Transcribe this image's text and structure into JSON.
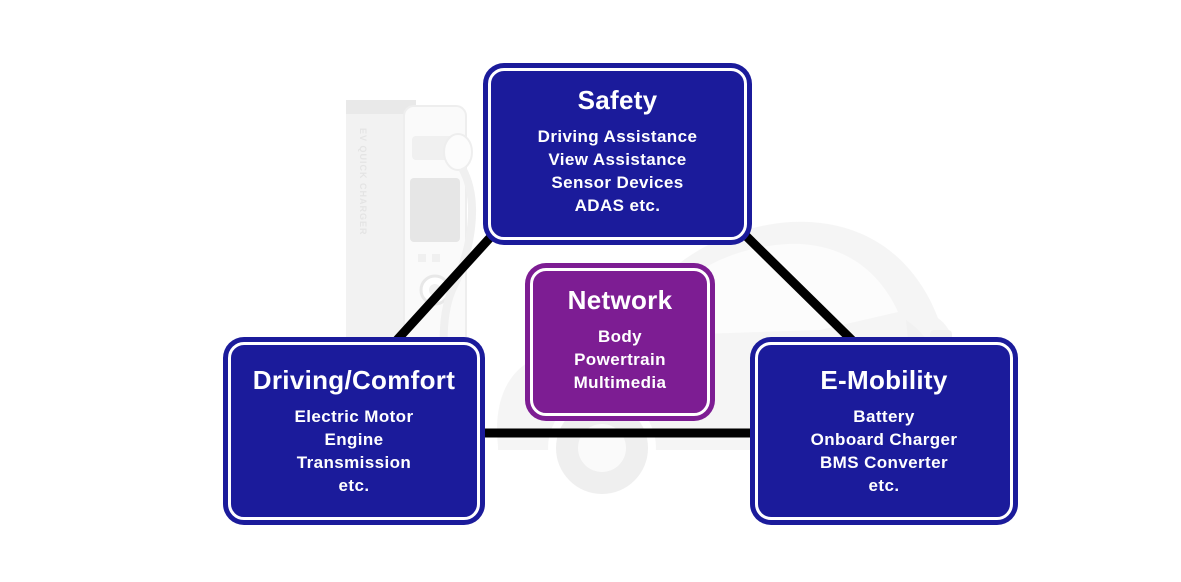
{
  "colors": {
    "node_blue": "#1b1b9b",
    "node_purple": "#7d1d93",
    "node_border": "#ffffff",
    "connector": "#000000",
    "background": "#ffffff"
  },
  "diagram": {
    "nodes": {
      "safety": {
        "title": "Safety",
        "items": [
          "Driving Assistance",
          "View Assistance",
          "Sensor Devices",
          "ADAS etc."
        ]
      },
      "network": {
        "title": "Network",
        "items": [
          "Body",
          "Powertrain",
          "Multimedia"
        ]
      },
      "driving_comfort": {
        "title": "Driving/Comfort",
        "items": [
          "Electric Motor",
          "Engine",
          "Transmission",
          "etc."
        ]
      },
      "e_mobility": {
        "title": "E-Mobility",
        "items": [
          "Battery",
          "Onboard Charger",
          "BMS Converter",
          "etc."
        ]
      }
    },
    "background": {
      "charger_label": "EV QUICK CHARGER"
    }
  }
}
